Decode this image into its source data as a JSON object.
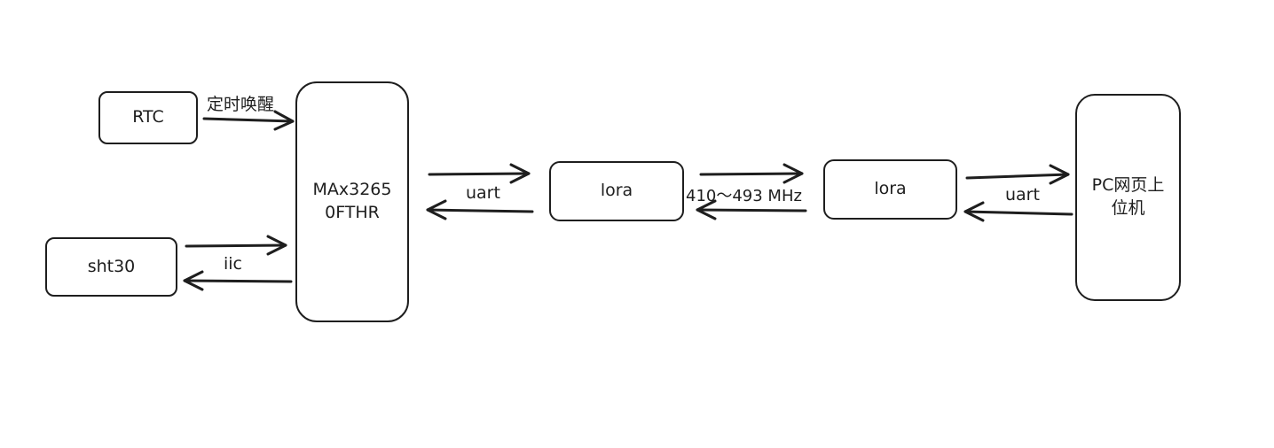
{
  "nodes": {
    "rtc": "RTC",
    "sht30": "sht30",
    "mcu_line1": "MAx3265",
    "mcu_line2": "0FTHR",
    "lora_left": "lora",
    "lora_right": "lora",
    "pc_line1": "PC网页上",
    "pc_line2": "位机"
  },
  "edges": {
    "rtc_to_mcu": "定时唤醒",
    "i2c": "iic",
    "uart_left": "uart",
    "radio": "410～493 MHz",
    "uart_right": "uart"
  }
}
